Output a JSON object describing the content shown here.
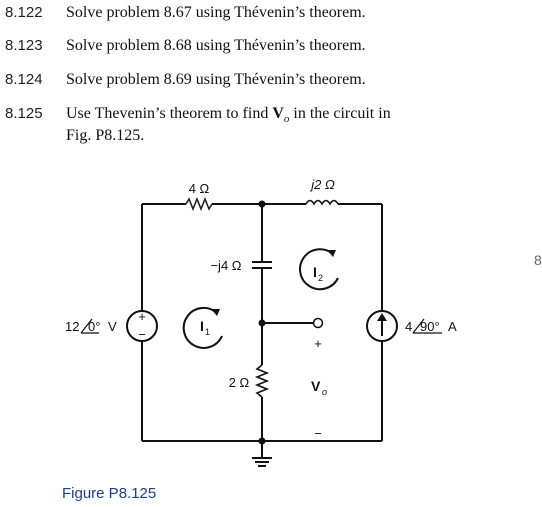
{
  "problems": [
    {
      "number": "8.122",
      "text": "Solve problem 8.67 using Thévenin’s theorem."
    },
    {
      "number": "8.123",
      "text": "Solve problem 8.68 using Thévenin’s theorem."
    },
    {
      "number": "8.124",
      "text": "Solve problem 8.69 using Thévenin’s theorem."
    },
    {
      "number": "8.125",
      "text_before": "Use Thevenin’s theorem to find ",
      "var_main": "V",
      "var_sub": "o",
      "text_after": " in the circuit in",
      "text_line2": "Fig. P8.125."
    }
  ],
  "figure": {
    "caption": "Figure P8.125",
    "labels": {
      "r_top": "4 Ω",
      "l_top": "j2 Ω",
      "cap": "−j4 Ω",
      "r_bottom": "2 Ω",
      "vsource_mag": "12",
      "vsource_ang": "0°",
      "vsource_unit": "V",
      "isource_mag": "4",
      "isource_ang": "90°",
      "isource_unit": "A",
      "loop1": "I",
      "loop1_sub": "1",
      "loop2": "I",
      "loop2_sub": "2",
      "vo_main": "V",
      "vo_sub": "o",
      "plus": "+",
      "minus": "−",
      "src_plus": "+",
      "src_minus": "−"
    }
  },
  "edge_mark": "8"
}
